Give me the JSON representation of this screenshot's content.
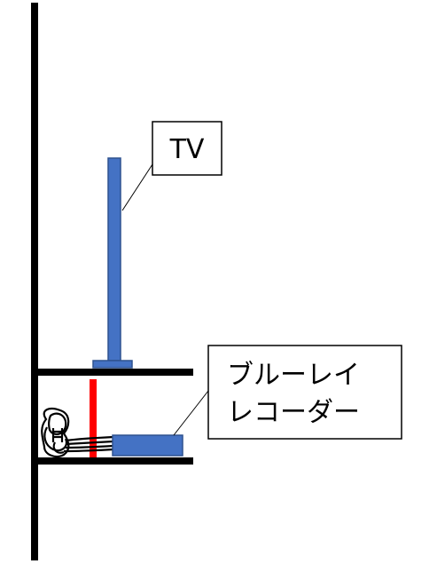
{
  "labels": {
    "tv": "TV",
    "recorder_line1": "ブルーレイ",
    "recorder_line2": "レコーダー"
  },
  "colors": {
    "device_fill": "#4472c4",
    "device_stroke": "#2f528f",
    "cable_highlight": "#ff0000",
    "structure": "#000000"
  }
}
